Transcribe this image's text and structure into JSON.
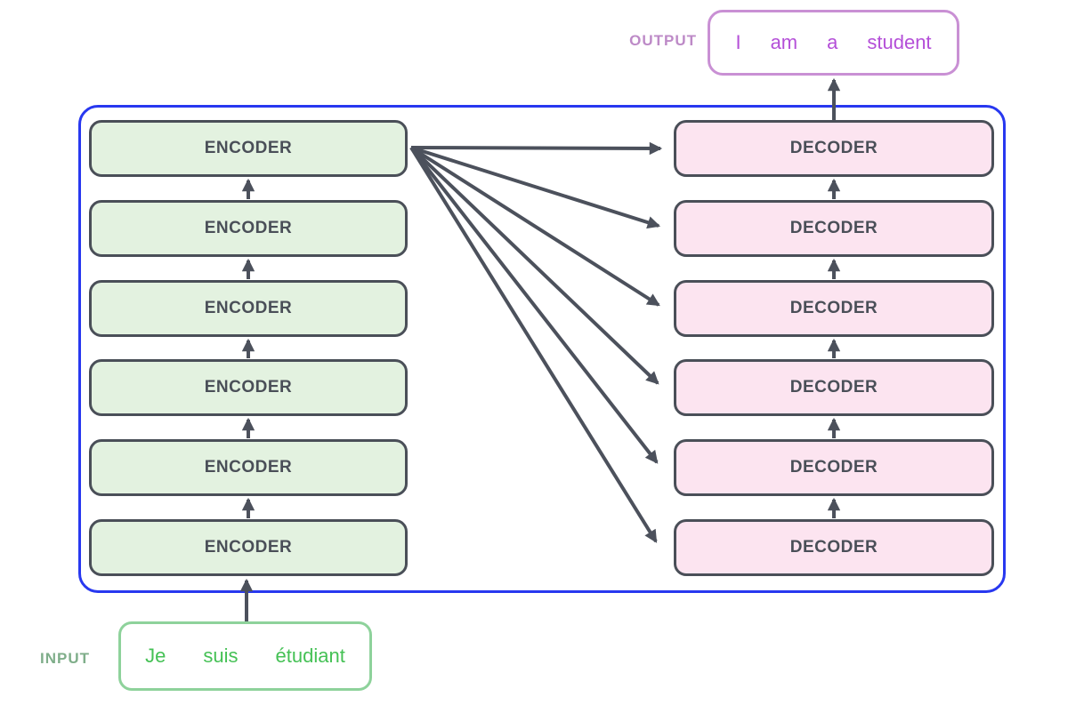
{
  "diagram": {
    "title": "transformer-encoder-decoder-stack",
    "output_label": "OUTPUT",
    "output_words": [
      "I",
      "am",
      "a",
      "student"
    ],
    "input_label": "INPUT",
    "input_words": [
      "Je",
      "suis",
      "étudiant"
    ],
    "encoders": [
      "ENCODER",
      "ENCODER",
      "ENCODER",
      "ENCODER",
      "ENCODER",
      "ENCODER"
    ],
    "decoders": [
      "DECODER",
      "DECODER",
      "DECODER",
      "DECODER",
      "DECODER",
      "DECODER"
    ],
    "colors": {
      "container_border": "#2838f0",
      "box_border": "#4a4f58",
      "box_text": "#4a4f58",
      "encoder_fill": "#e3f2e0",
      "decoder_fill": "#fce4f0",
      "arrow": "#4c515c",
      "output_box_border": "#c990d4",
      "output_text": "#b44fd8",
      "output_label_text": "#bd8ac7",
      "input_box_border": "#8ed29b",
      "input_text": "#45c155",
      "input_label_text": "#7fae8a"
    }
  }
}
